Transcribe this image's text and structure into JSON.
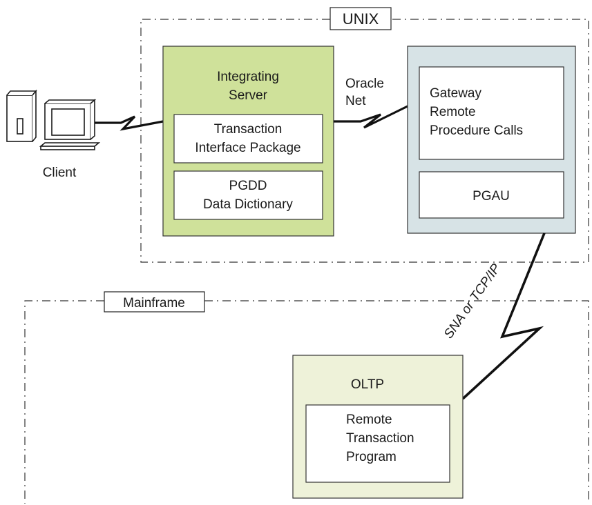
{
  "zones": {
    "unix": "UNIX",
    "mainframe": "Mainframe"
  },
  "client": {
    "label": "Client"
  },
  "integrating_server": {
    "title_line1": "Integrating",
    "title_line2": "Server",
    "tip_line1": "Transaction",
    "tip_line2": "Interface Package",
    "pgdd_line1": "PGDD",
    "pgdd_line2": "Data Dictionary",
    "fill_color": "#cfe19a"
  },
  "connections": {
    "oracle_net_line1": "Oracle",
    "oracle_net_line2": "Net",
    "sna_tcpip": "SNA or TCP/IP"
  },
  "gateway": {
    "rpc_line1": "Gateway",
    "rpc_line2": "Remote",
    "rpc_line3": "Procedure Calls",
    "pgau": "PGAU",
    "fill_color": "#d7e3e6"
  },
  "oltp": {
    "title": "OLTP",
    "rtp_line1": "Remote",
    "rtp_line2": "Transaction",
    "rtp_line3": "Program",
    "fill_color": "#eef2d9"
  }
}
